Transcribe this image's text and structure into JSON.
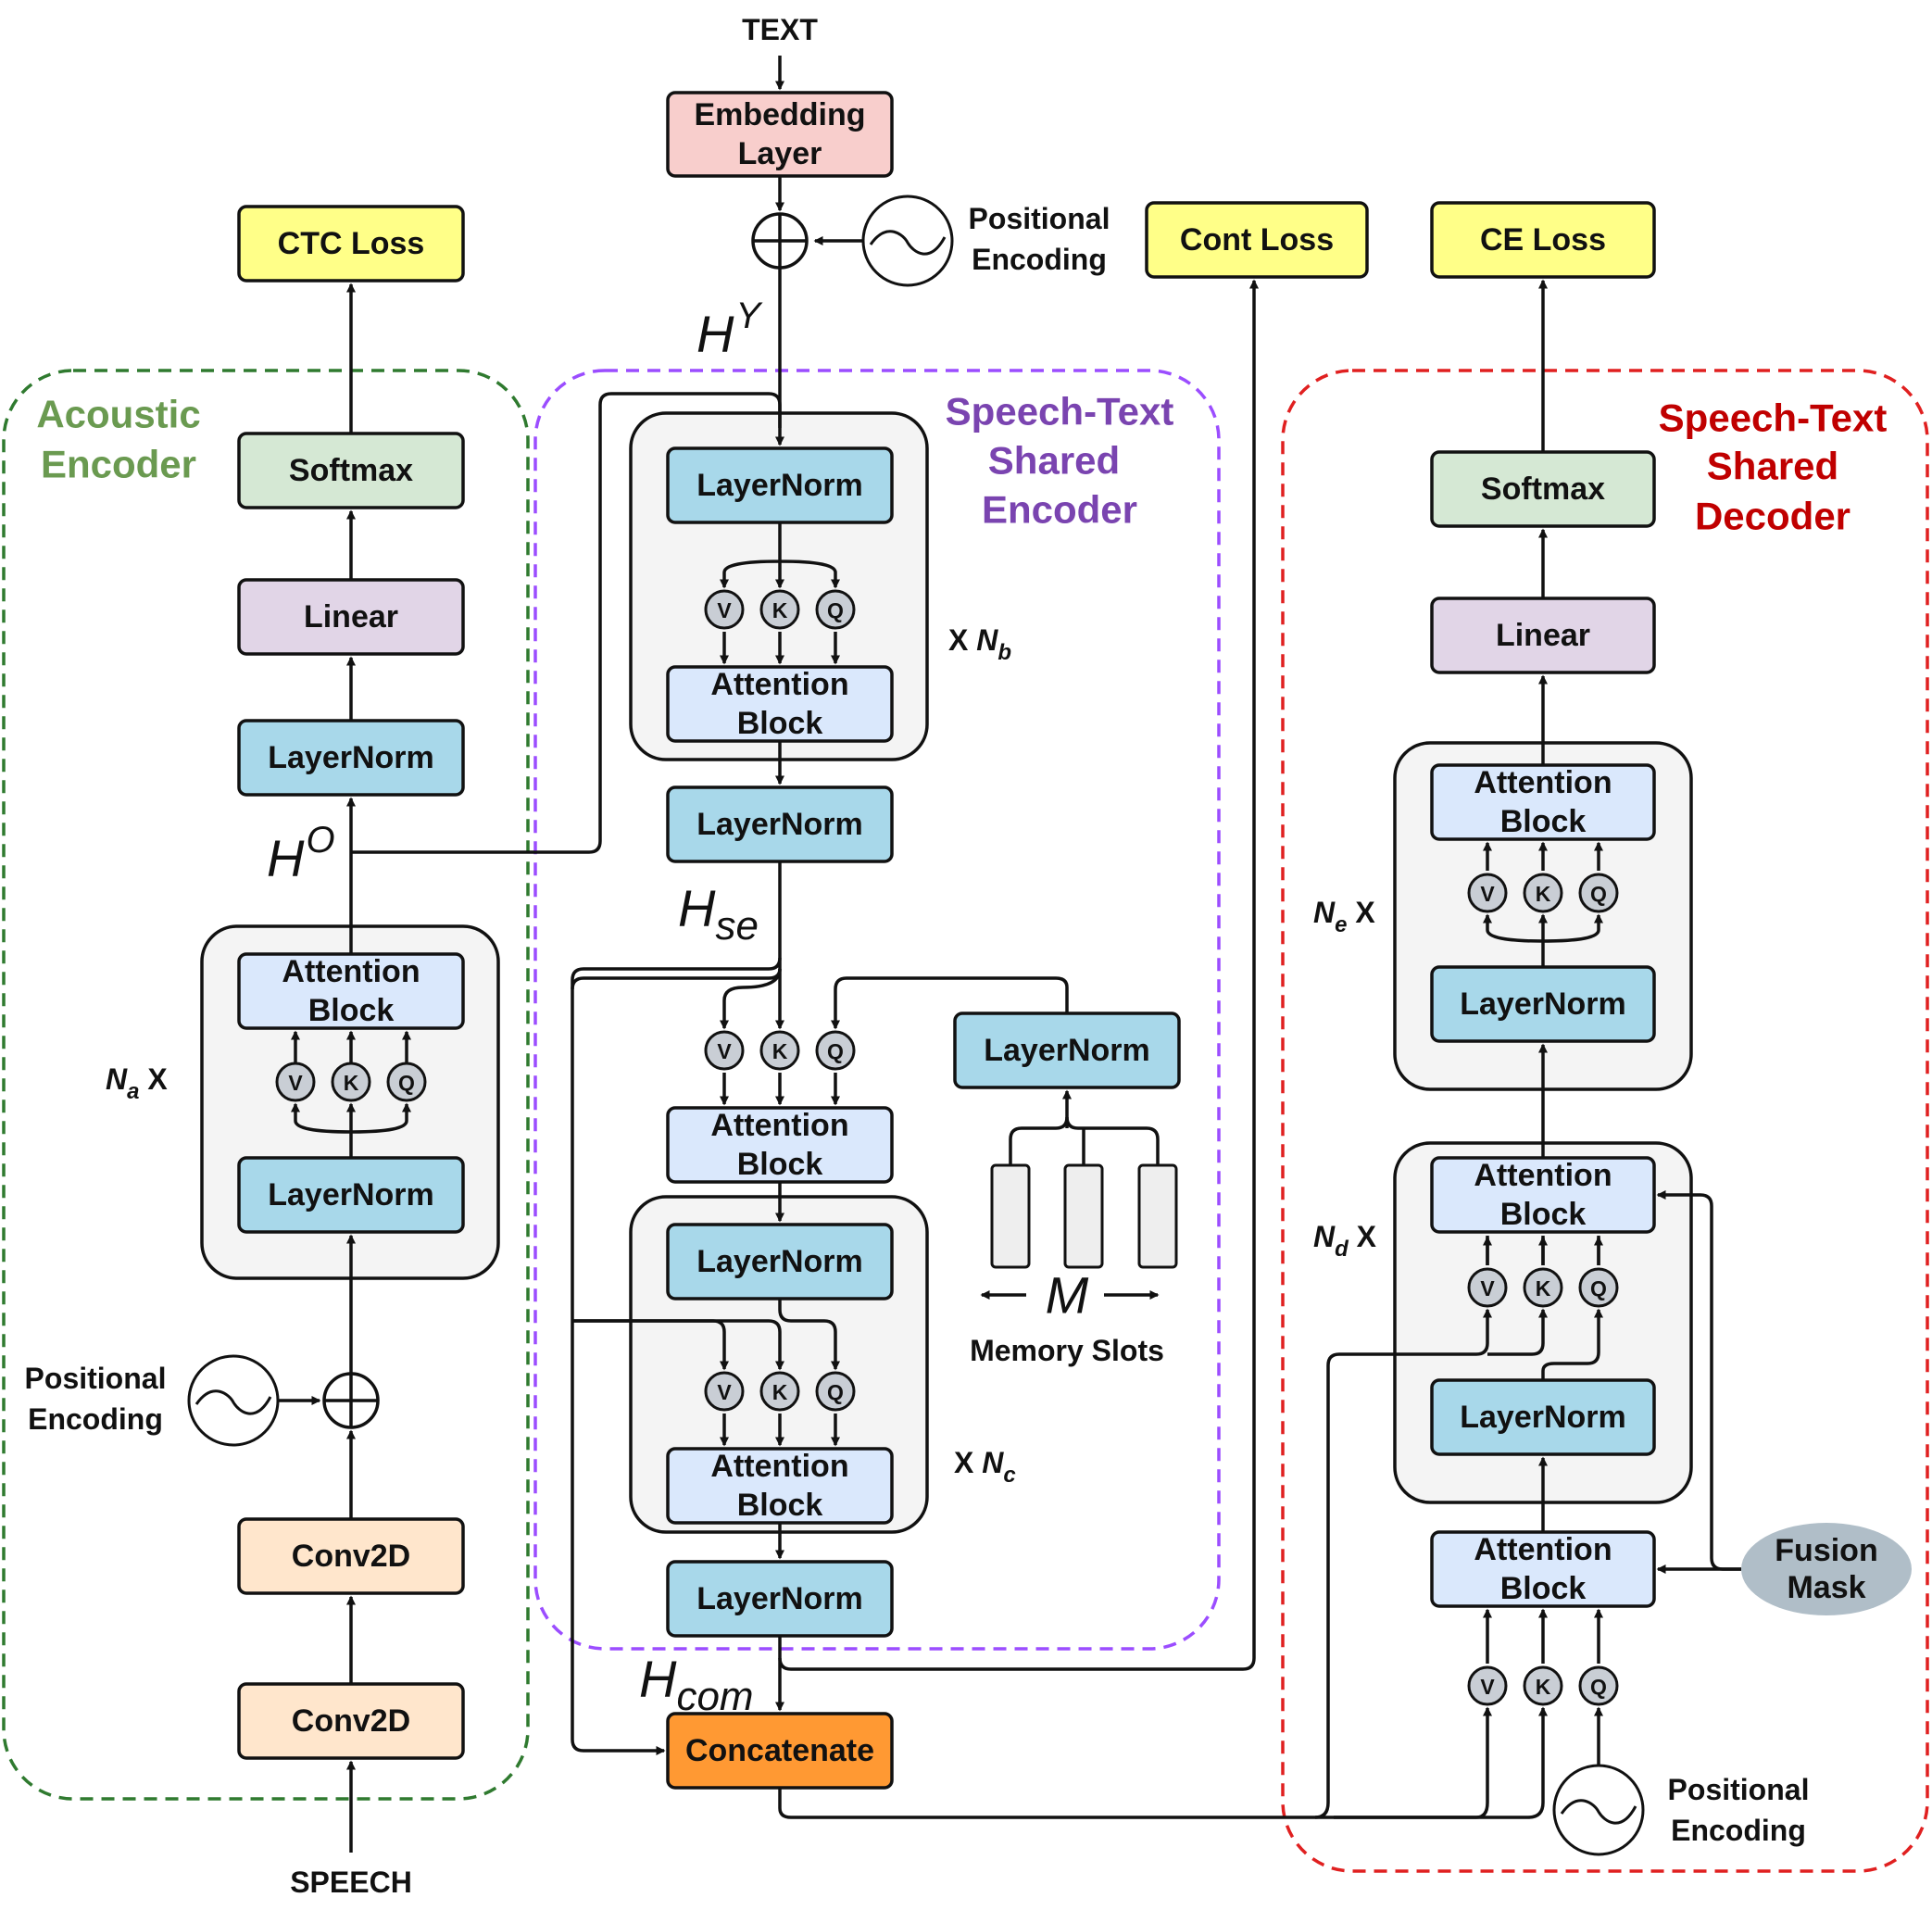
{
  "inputs": {
    "text": "TEXT",
    "speech": "SPEECH"
  },
  "losses": {
    "ctc": "CTC Loss",
    "cont": "Cont Loss",
    "ce": "CE Loss"
  },
  "regions": {
    "acoustic": [
      "Acoustic",
      "Encoder"
    ],
    "shared_encoder": [
      "Speech-Text",
      "Shared",
      "Encoder"
    ],
    "shared_decoder": [
      "Speech-Text",
      "Shared",
      "Decoder"
    ]
  },
  "colors": {
    "acoustic_region": "#2f7a2f",
    "acoustic_label": "#6a9a50",
    "encoder_region": "#9b4dff",
    "encoder_label": "#7a44b0",
    "decoder_region": "#e02020",
    "decoder_label": "#c00000",
    "layernorm": "#a8d8ea",
    "attention": "#dae8fc",
    "softmax": "#d5e8d4",
    "linear": "#e1d5e7",
    "conv": "#ffe6cc",
    "loss": "#ffff88",
    "embedding": "#f8cecc",
    "concatenate": "#ff9933",
    "fusion_mask": "#b0bec8"
  },
  "labels": {
    "embedding": [
      "Embedding",
      "Layer"
    ],
    "layernorm": "LayerNorm",
    "attention": [
      "Attention",
      "Block"
    ],
    "softmax": "Softmax",
    "linear": "Linear",
    "conv2d": "Conv2D",
    "concatenate": "Concatenate",
    "positional": [
      "Positional",
      "Encoding"
    ],
    "fusion_mask": [
      "Fusion",
      "Mask"
    ],
    "memory_slots": "Memory Slots",
    "memory_count": "M",
    "qkv": [
      "V",
      "K",
      "Q"
    ]
  },
  "repeats": {
    "nb": {
      "prefix": "X ",
      "sym": "N",
      "sub": "b"
    },
    "nc": {
      "prefix": "X ",
      "sym": "N",
      "sub": "c"
    },
    "na": {
      "sym": "N",
      "sub": "a",
      "suffix": " X"
    },
    "ne": {
      "sym": "N",
      "sub": "e",
      "suffix": " X"
    },
    "nd": {
      "sym": "N",
      "sub": "d",
      "suffix": " X"
    }
  },
  "math": {
    "hy": {
      "base": "H",
      "sup": "Y"
    },
    "ho": {
      "base": "H",
      "sup": "O"
    },
    "hse": {
      "base": "H",
      "sub": "se"
    },
    "hcom": {
      "base": "H",
      "sub": "com"
    }
  }
}
